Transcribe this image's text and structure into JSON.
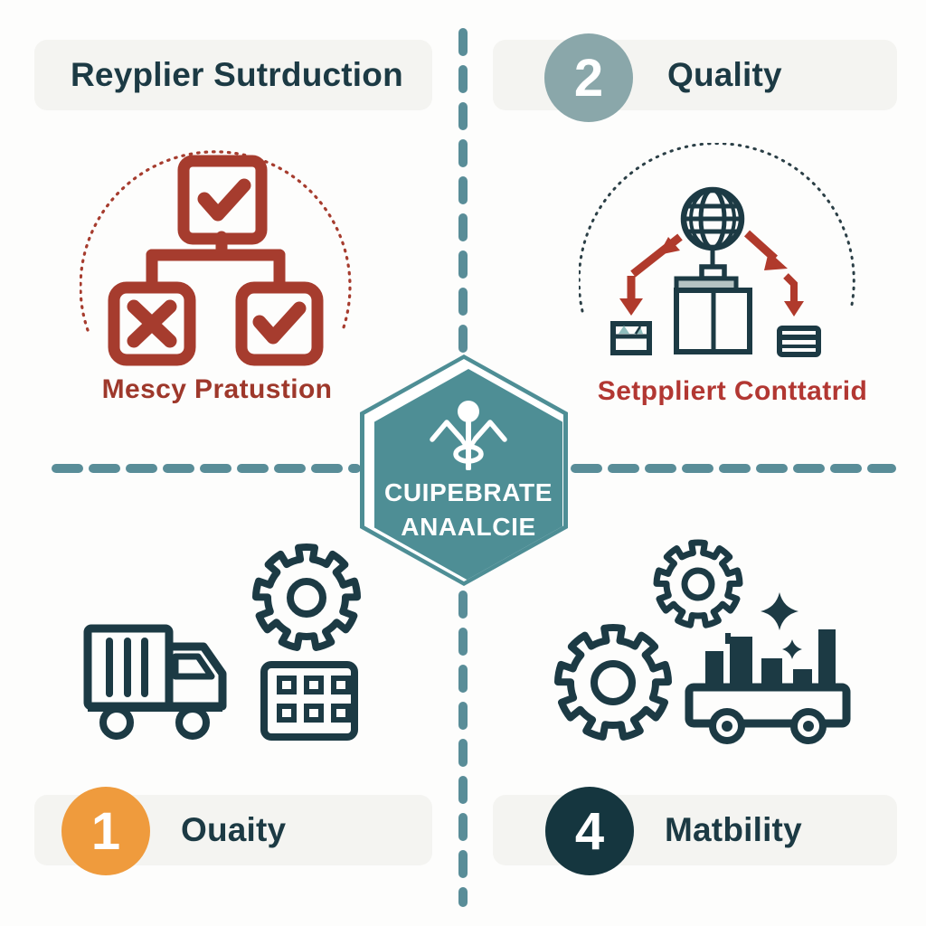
{
  "title": "Supplier analysis quadrant infographic",
  "colors": {
    "background": "#fdfdfc",
    "header_bar": "#f4f4f1",
    "dark_text": "#1c3a44",
    "divider_teal": "#598d98",
    "hexagon_teal": "#4e8e95",
    "circle_two": "#8aa7aa",
    "circle_one": "#ef9b3d",
    "circle_four": "#15363f",
    "icon_red": "#a63c2e",
    "caption_red_left": "#9e382b",
    "caption_red_right": "#b23732"
  },
  "center": {
    "line1": "CUIPEBRATE",
    "line2": "ANAALCIE",
    "icon": "abstract-figure-icon"
  },
  "quadrants": {
    "top_left": {
      "header": "Reyplier Sutrduction",
      "caption": "Mescy Pratustion",
      "icon": "decision-flowchart-icon"
    },
    "top_right": {
      "number": "2",
      "header": "Quality",
      "caption": "Setppliert Conttatrid",
      "icon": "global-distribution-icon"
    },
    "bottom_left": {
      "number": "1",
      "header": "Ouaity",
      "icons": [
        "truck-icon",
        "gear-icon",
        "keypad-icon"
      ]
    },
    "bottom_right": {
      "number": "4",
      "header": "Matbility",
      "icons": [
        "gear-icon",
        "gear-icon",
        "cart-bar-chart-icon",
        "sparkle-icon"
      ]
    }
  }
}
